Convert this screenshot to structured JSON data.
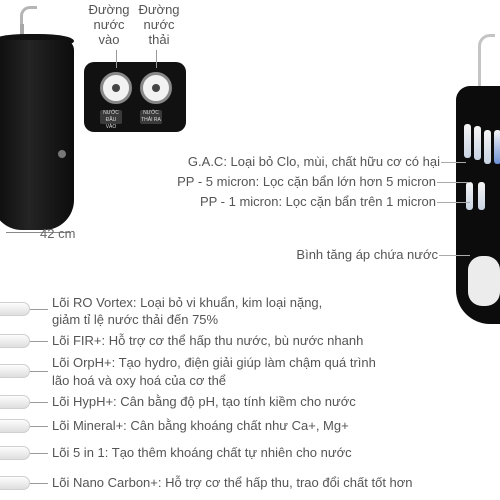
{
  "connections": {
    "inlet_label": "Đường nước vào",
    "waste_label": "Đường nước thải",
    "plate_left": "NƯỚC ĐẦU VÀO",
    "plate_right": "NƯỚC THẢI RA"
  },
  "dimension_label": "42 cm",
  "callouts": [
    "G.A.C: Loại bỏ Clo, mùi, chất hữu cơ có hại",
    "PP - 5 micron:  Lọc cặn bẩn lớn hơn 5 micron",
    "PP - 1 micron: Lọc cặn bẩn trên 1 micron",
    "Bình tăng áp chứa nước"
  ],
  "cores": [
    {
      "line1": "Lõi RO Vortex: Loại bỏ vi khuẩn, kim loại nặng,",
      "line2": "giảm tỉ lệ nước thải đến 75%"
    },
    {
      "line1": "Lõi FIR+: Hỗ trợ cơ thể hấp thu nước, bù nước nhanh",
      "line2": ""
    },
    {
      "line1": "Lõi OrpH+: Tạo hydro, điện giải giúp làm chậm quá trình",
      "line2": "lão hoá và oxy hoá của cơ thể"
    },
    {
      "line1": "Lõi HypH+: Cân bằng độ pH, tạo tính kiềm cho nước",
      "line2": ""
    },
    {
      "line1": "Lõi Mineral+: Cân bằng khoáng chất như Ca+, Mg+",
      "line2": ""
    },
    {
      "line1": "Lõi 5 in 1: Tạo thêm khoáng chất tự nhiên cho nước",
      "line2": ""
    },
    {
      "line1": "Lõi Nano Carbon+: Hỗ trợ cơ thể hấp thu, trao đổi chất tốt hơn",
      "line2": ""
    }
  ]
}
